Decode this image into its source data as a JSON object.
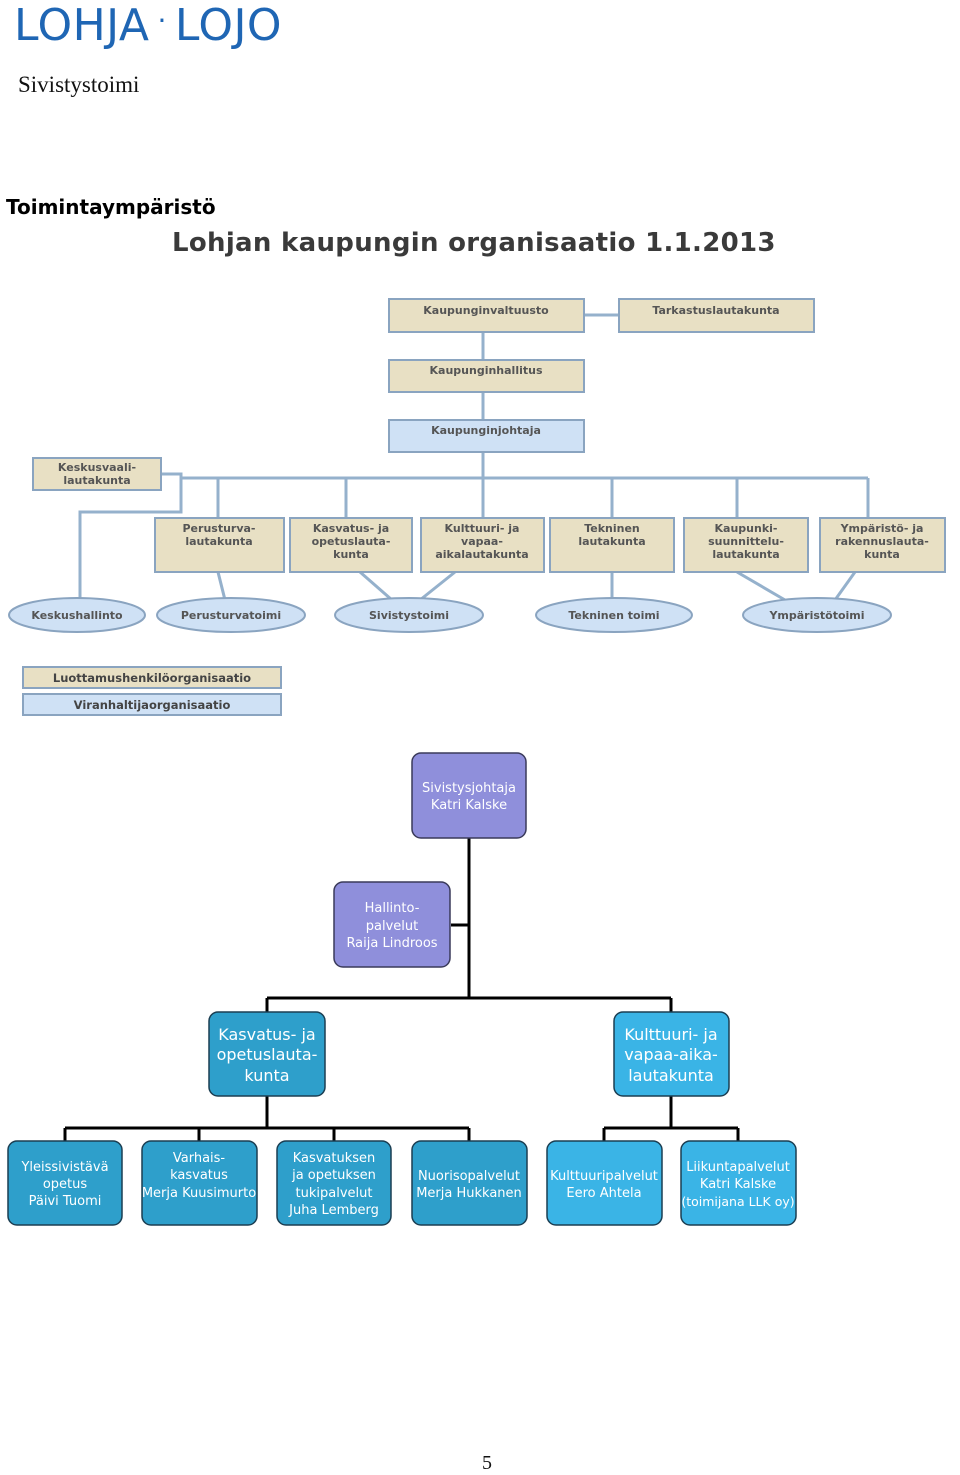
{
  "header": {
    "logo_left": "LOHJA",
    "logo_dot": "·",
    "logo_right": "LOJO",
    "department": "Sivistystoimi"
  },
  "section_title": "Toimintaympäristö",
  "city_org": {
    "title": "Lohjan kaupungin organisaatio 1.1.2013",
    "council": "Kaupunginvaltuusto",
    "audit": "Tarkastuslautakunta",
    "board": "Kaupunginhallitus",
    "mayor": "Kaupunginjohtaja",
    "election_board": [
      "Keskusvaali-",
      "lautakunta"
    ],
    "committees": [
      [
        "Perusturva-",
        "lautakunta"
      ],
      [
        "Kasvatus- ja",
        "opetuslauta-",
        "kunta"
      ],
      [
        "Kulttuuri- ja",
        "vapaa-",
        "aikalautakunta"
      ],
      [
        "Tekninen",
        "lautakunta"
      ],
      [
        "Kaupunki-",
        "suunnittelu-",
        "lautakunta"
      ],
      [
        "Ympäristö- ja",
        "rakennuslauta-",
        "kunta"
      ]
    ],
    "services": [
      "Keskushallinto",
      "Perusturvatoimi",
      "Sivistystoimi",
      "Tekninen toimi",
      "Ympäristötoimi"
    ],
    "legend": [
      "Luottamushenkilöorganisaatio",
      "Viranhaltijaorganisaatio"
    ],
    "colors": {
      "elected": "#e8e0c4",
      "officials": "#cfe1f5",
      "border": "#8aa4c0",
      "line": "#95b1cc"
    }
  },
  "education_org": {
    "director": [
      "Sivistysjohtaja",
      "Katri Kalske"
    ],
    "admin": [
      "Hallinto-",
      "palvelut",
      "Raija Lindroos"
    ],
    "committee_left": [
      "Kasvatus- ja",
      "opetuslauta-",
      "kunta"
    ],
    "committee_right": [
      "Kulttuuri- ja",
      "vapaa-aika-",
      "lautakunta"
    ],
    "units": [
      [
        "Yleissivistävä",
        "opetus",
        "Päivi Tuomi"
      ],
      [
        "Varhais-",
        "kasvatus",
        "Merja Kuusimurto"
      ],
      [
        "Kasvatuksen",
        "ja opetuksen",
        "tukipalvelut",
        "Juha Lemberg"
      ],
      [
        "Nuorisopalvelut",
        "Merja Hukkanen"
      ],
      [
        "Kulttuuripalvelut",
        "Eero Ahtela"
      ],
      [
        "Liikuntapalvelut",
        "Katri Kalske",
        "(toimijana LLK oy)"
      ]
    ],
    "colors": {
      "purple": "#8f8fdb",
      "teal": "#2e9fcb",
      "blue": "#3ab4e6"
    }
  },
  "page_number": "5"
}
